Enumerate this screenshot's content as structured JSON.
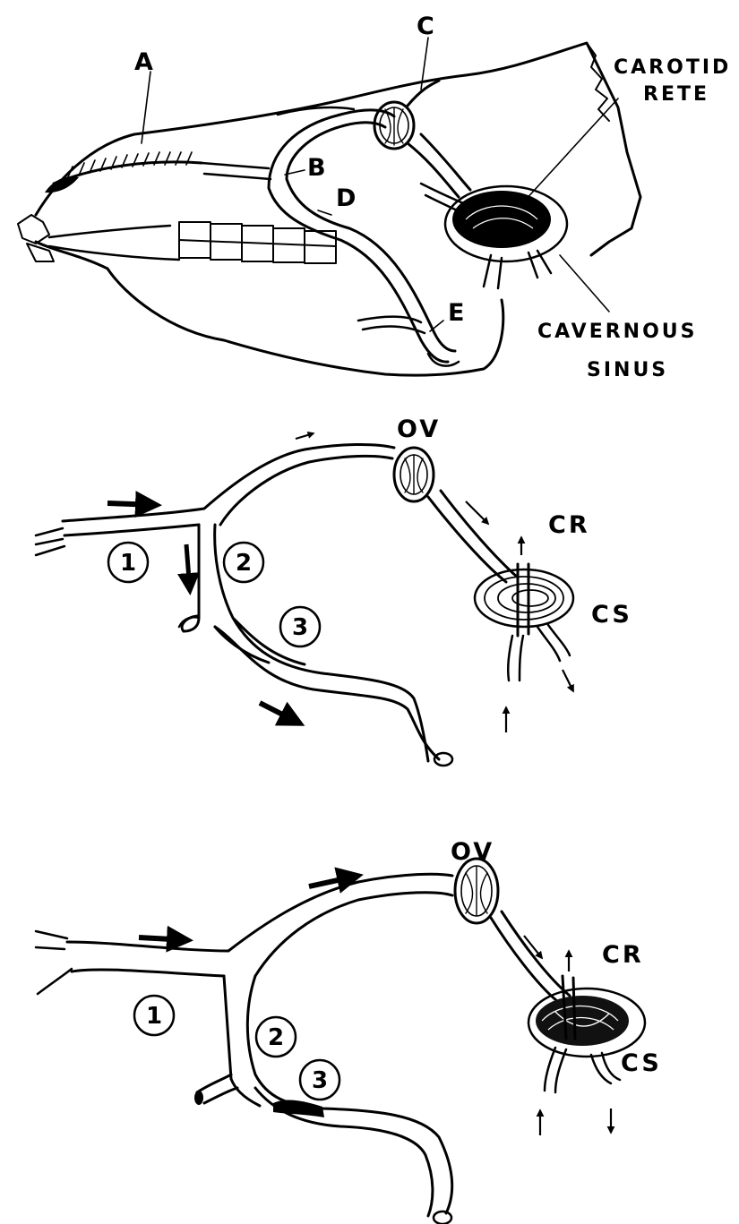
{
  "panel_top": {
    "labels": {
      "a": "A",
      "b": "B",
      "c": "C",
      "d": "D",
      "e": "E",
      "carotid": "CAROTID",
      "rete": "RETE",
      "cavernous": "CAVERNOUS",
      "sinus": "SINUS"
    }
  },
  "panel_mid": {
    "labels": {
      "ov": "OV",
      "cr": "CR",
      "cs": "CS"
    },
    "circles": {
      "n1": "1",
      "n2": "2",
      "n3": "3"
    }
  },
  "panel_bot": {
    "labels": {
      "ov": "OV",
      "cr": "CR",
      "cs": "CS"
    },
    "circles": {
      "n1": "1",
      "n2": "2",
      "n3": "3"
    }
  },
  "colors": {
    "ink": "#000000",
    "paper": "#ffffff"
  }
}
